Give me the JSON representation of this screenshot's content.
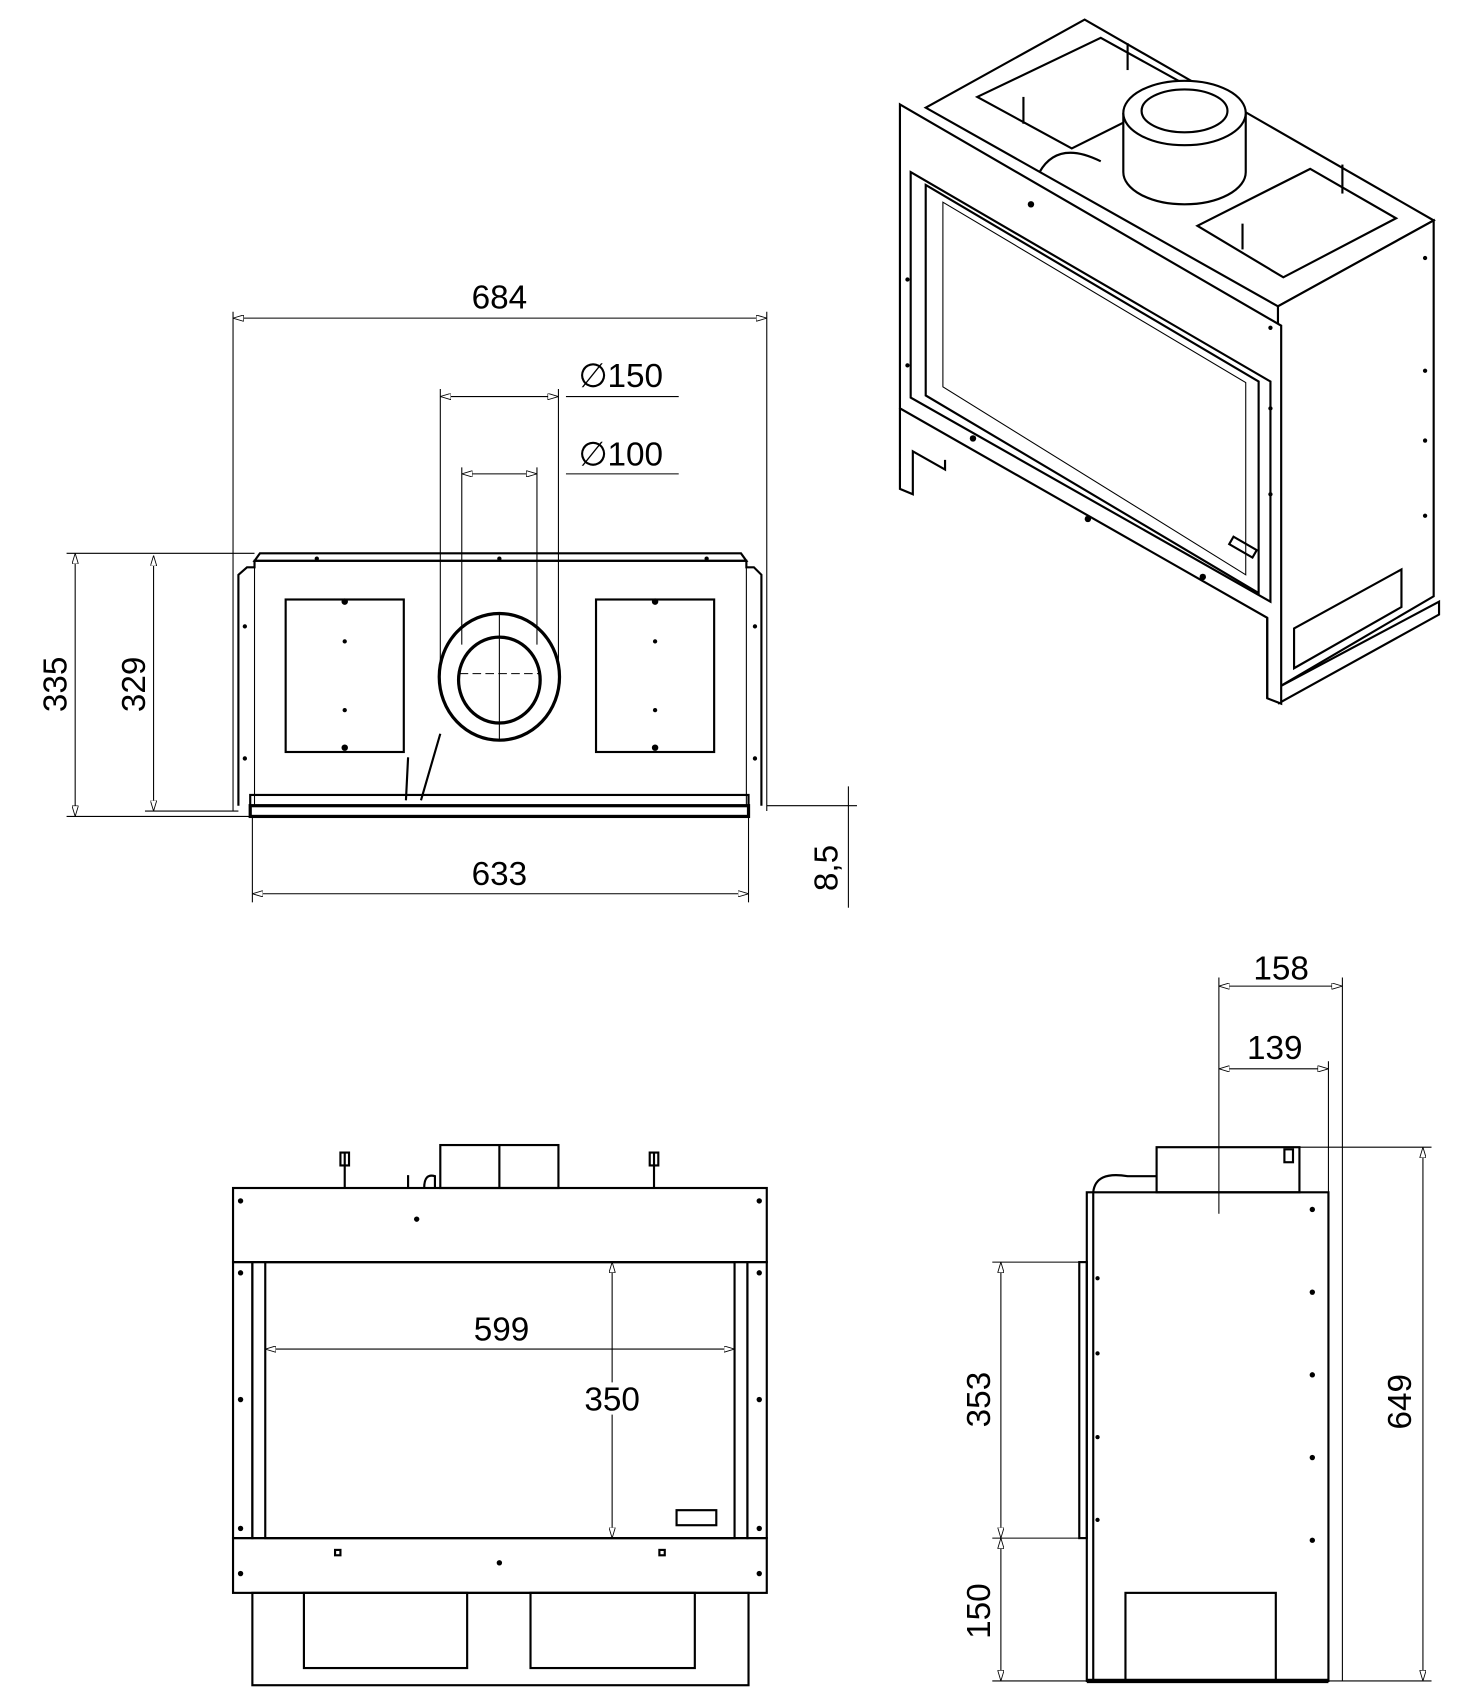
{
  "drawing": {
    "views": [
      "top-view",
      "perspective-view",
      "front-view",
      "side-view"
    ],
    "top_view": {
      "width_overall": "684",
      "flue_outer": "∅150",
      "flue_inner": "∅100",
      "height_overall": "335",
      "height_body": "329",
      "width_body": "633",
      "offset": "8,5"
    },
    "front_view": {
      "opening_width": "599",
      "opening_height": "350"
    },
    "side_view": {
      "depth_overall": "158",
      "flue_offset": "139",
      "height_overall": "649",
      "opening_height": "353",
      "base_height": "150"
    }
  }
}
